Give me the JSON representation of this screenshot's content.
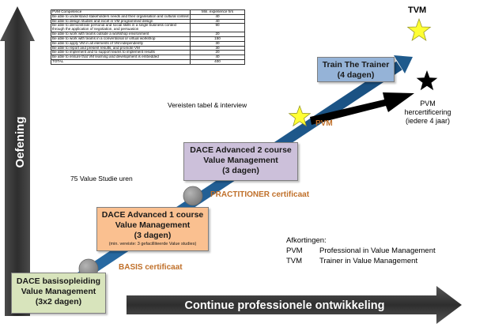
{
  "axes": {
    "y_label": "Oefening",
    "x_label": "Continue professionele ontwikkeling"
  },
  "competence_table": {
    "headers": [
      "PVM Competence",
      "Min. experience hrs"
    ],
    "rows": [
      [
        "Be able to understand stakeholders needs and their organisation and cultural context",
        "40"
      ],
      [
        "Be able to design studies and excel in VM programmed design",
        "40"
      ],
      [
        "Be able to demonstrate personal and social skills in a single business context through the application of negotiation, and persuasion",
        "90"
      ],
      [
        "Be able to work with teams outside a workshop environment",
        "20"
      ],
      [
        "Be able to work with teams in a conventional or virtual workshop",
        "150"
      ],
      [
        "Be able to apply VM in all elements of VM independently",
        "30"
      ],
      [
        "Be able to report and present results, and promote VM",
        "30"
      ],
      [
        "Be able to implement and to support teams to implement results",
        "20"
      ],
      [
        "Be able to ensure that VM learning and development is embedded",
        "40"
      ],
      [
        "TOTAL",
        "400"
      ]
    ]
  },
  "boxes": {
    "basis": {
      "lines": [
        "DACE basisopleiding",
        "Value Management",
        "(3x2 dagen)"
      ],
      "color": "#d8e4bc"
    },
    "adv1": {
      "lines": [
        "DACE Advanced 1 course",
        "Value Management",
        "(3 dagen)"
      ],
      "note": "(min. vereiste: 3 gefacilliteerde Value studies)",
      "color": "#fac090"
    },
    "adv2": {
      "lines": [
        "DACE Advanced 2 course",
        "Value Management",
        "(3 dagen)"
      ],
      "color": "#ccc0da"
    },
    "trainer": {
      "lines": [
        "Train The Trainer",
        "(4 dagen)"
      ],
      "color": "#95b3d7"
    }
  },
  "labels": {
    "basis_cert": "BASIS certificaat",
    "value_study_hours": "75 Value Studie uren",
    "practitioner_cert": "PRACTITIONER certificaat",
    "requirements": "Vereisten tabel & interview",
    "pvm": "PVM",
    "tvm": "TVM",
    "pvm_recert": [
      "PVM",
      "hercertificering",
      "(iedere 4 jaar)"
    ]
  },
  "legend": {
    "title": "Afkortingen:",
    "items": [
      {
        "abbr": "PVM",
        "text": "Professional in Value Management"
      },
      {
        "abbr": "TVM",
        "text": "Trainer in Value Management"
      }
    ]
  },
  "colors": {
    "axis_dark": "#3b3b3b",
    "path_arrow": "#1f5a8c",
    "milestone_circle": "#8c8c8c",
    "star_yellow": "#ffff33",
    "star_black": "#000000",
    "orange_text": "#c0702a"
  }
}
